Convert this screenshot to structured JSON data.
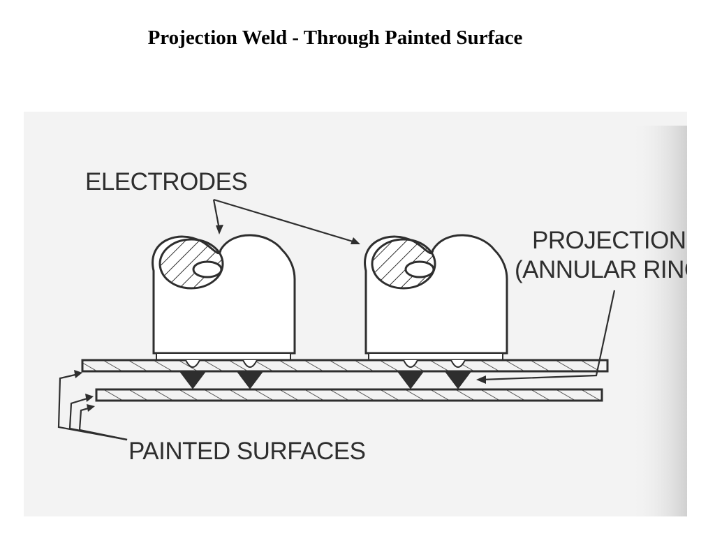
{
  "title": "Projection Weld - Through Painted Surface",
  "diagram": {
    "labels": {
      "electrodes": "ELECTRODES",
      "projections_line1": "PROJECTIONS",
      "projections_line2": "(ANNULAR RING",
      "painted_surfaces": "PAINTED SURFACES"
    },
    "colors": {
      "ink": "#2e2e2e",
      "paper": "#f3f3f3",
      "margin_shadow": "#d6d6d6"
    }
  }
}
